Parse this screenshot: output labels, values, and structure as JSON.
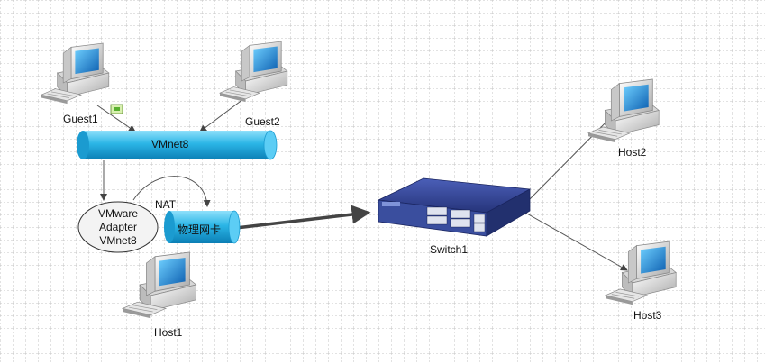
{
  "nodes": {
    "guest1": "Guest1",
    "guest2": "Guest2",
    "host1": "Host1",
    "host2": "Host2",
    "host3": "Host3",
    "switch": "Switch1"
  },
  "vmnet": "VMnet8",
  "nat": "NAT",
  "physical_nic": "物理网卡",
  "adapter": [
    "VMware",
    "Adapter",
    "VMnet8"
  ],
  "colors": {
    "pipe": "#2bb5e6",
    "switch_body": "#2e3f8c",
    "monitor_screen": "#1f8fd6"
  }
}
